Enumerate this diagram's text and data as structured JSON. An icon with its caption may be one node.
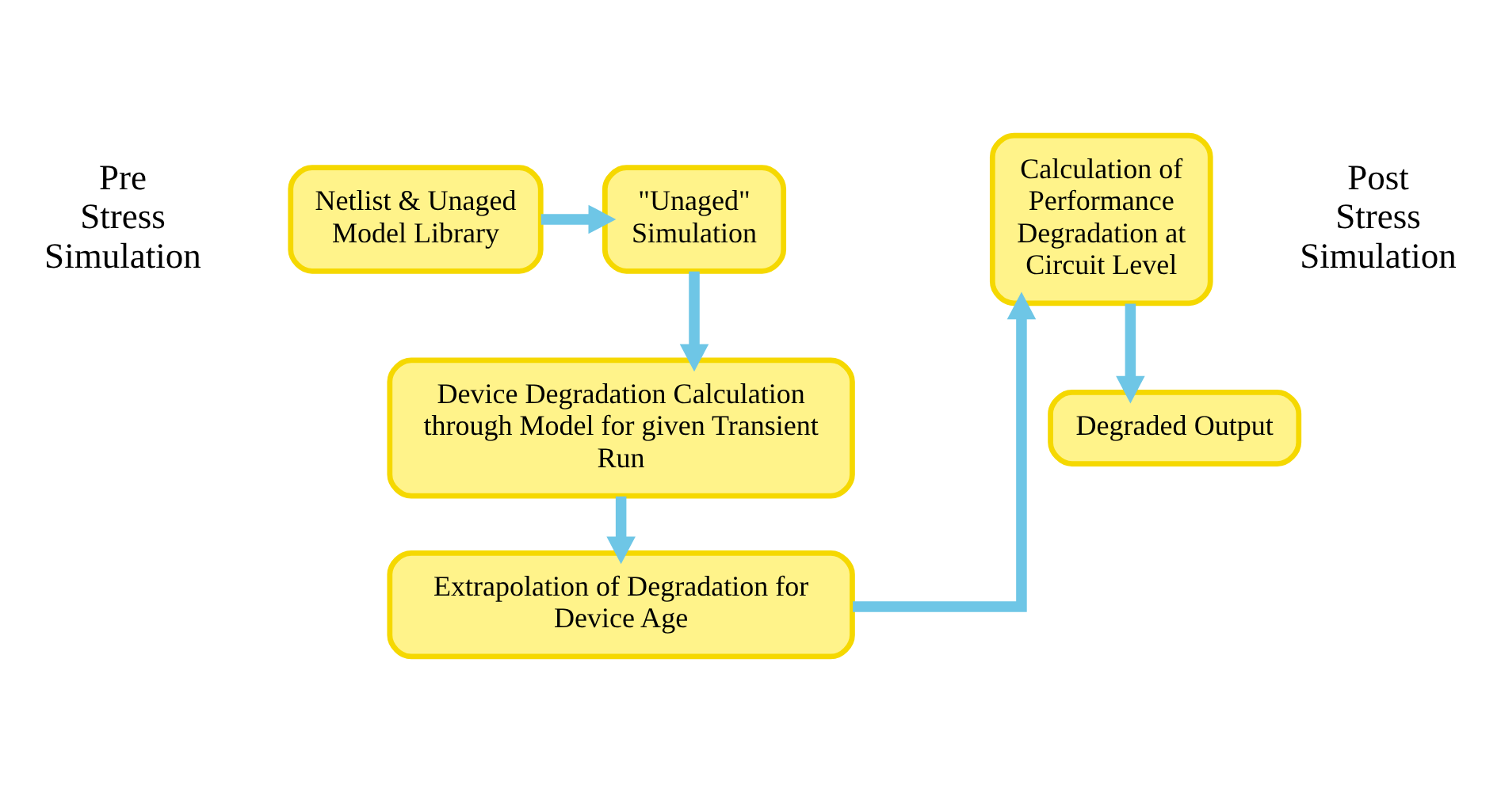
{
  "diagram": {
    "nodes": [
      {
        "text": [
          "Netlist & Unaged Model Library"
        ]
      },
      {
        "text": [
          "\"Unaged\" Simulation"
        ]
      },
      {
        "text": [
          "Device Degradation Calculation through Model for given Transient Run"
        ]
      },
      {
        "text": [
          "Extrapolation of Degradation for Device Age"
        ]
      },
      {
        "text": [
          "Calculation of Performance Degradation at Circuit Level"
        ]
      },
      {
        "text": [
          "Degraded Output"
        ]
      }
    ],
    "edges": [
      {
        "from": 0,
        "to": 1,
        "arrow": "to"
      },
      {
        "from": 1,
        "to": 2,
        "arrow": "to"
      },
      {
        "from": 2,
        "to": 3,
        "arrow": "to"
      },
      {
        "from": 3,
        "to": 4,
        "arrow": "to"
      },
      {
        "from": 4,
        "to": 5,
        "arrow": "to"
      }
    ],
    "labels": [
      "Pre Stress Simulation",
      "Post Stress Simulation"
    ]
  }
}
